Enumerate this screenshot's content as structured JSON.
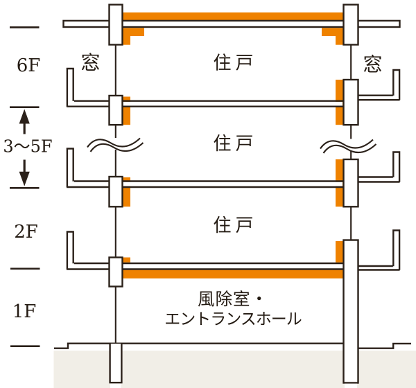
{
  "floors": [
    {
      "label": "6F"
    },
    {
      "label": "3〜5F"
    },
    {
      "label": "2F"
    },
    {
      "label": "1F"
    }
  ],
  "rooms": {
    "window_left": "窓",
    "window_right": "窓",
    "unit_6f": "住戸",
    "unit_3_5f": "住戸",
    "unit_2f": "住戸",
    "entrance_line1": "風除室・",
    "entrance_line2": "エントランスホール"
  },
  "colors": {
    "insulation": "#ef8200",
    "ground_fill": "#f1eee7",
    "line": "#2b211a",
    "text": "#231a12"
  }
}
